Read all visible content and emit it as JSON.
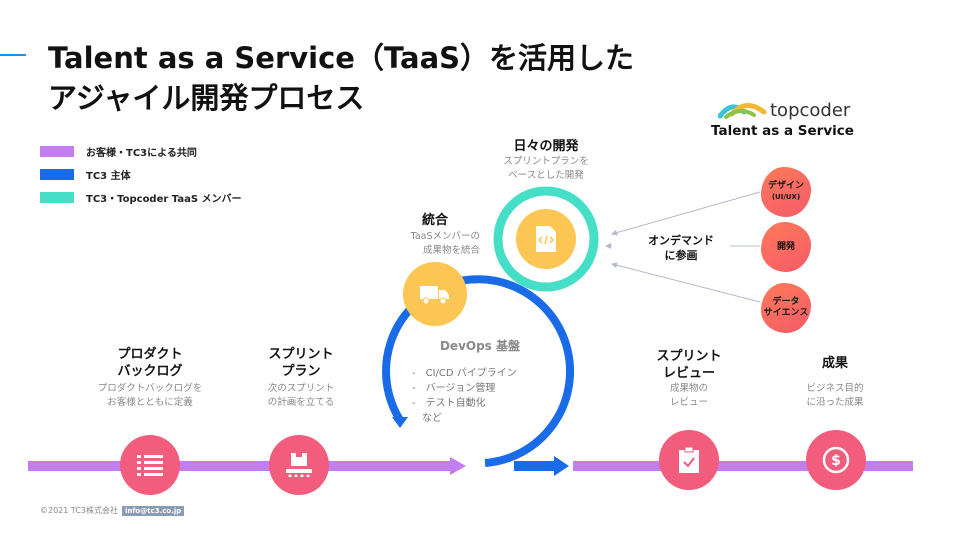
{
  "title": {
    "line1": "Talent as a Service（TaaS）を活用した",
    "line2": "アジャイル開発プロセス"
  },
  "legend": [
    {
      "color": "#c27ef0",
      "label": "お客様・TC3による共同"
    },
    {
      "color": "#1a6be8",
      "label": "TC3 主体"
    },
    {
      "color": "#45dec6",
      "label": "TC3・Topcoder TaaS メンバー"
    }
  ],
  "logo": {
    "name": "topcoder",
    "tagline": "Talent as a Service"
  },
  "stages": {
    "backlog": {
      "title1": "プロダクト",
      "title2": "バックログ",
      "desc1": "プロダクトバックログを",
      "desc2": "お客様とともに定義",
      "icon": "list-icon"
    },
    "sprint_plan": {
      "title1": "スプリント",
      "title2": "プラン",
      "desc1": "次のスプリント",
      "desc2": "の計画を立てる",
      "icon": "conveyor-icon"
    },
    "integration": {
      "title": "統合",
      "desc1": "TaaSメンバーの",
      "desc2": "成果物を統合",
      "icon": "truck-icon"
    },
    "daily_dev": {
      "title": "日々の開発",
      "desc1": "スプリントプランを",
      "desc2": "ベースとした開発",
      "icon": "code-file-icon"
    },
    "sprint_review": {
      "title1": "スプリント",
      "title2": "レビュー",
      "desc1": "成果物の",
      "desc2": "レビュー",
      "icon": "checklist-icon"
    },
    "result": {
      "title": "成果",
      "desc1": "ビジネス目的",
      "desc2": "に沿った成果",
      "icon": "dollar-icon"
    }
  },
  "devops": {
    "title": "DevOps 基盤",
    "items": [
      "-　CI/CD パイプライン",
      "-　バージョン管理",
      "-　テスト自動化",
      "　など"
    ]
  },
  "on_demand": {
    "line1": "オンデマンド",
    "line2": "に参画"
  },
  "talent": {
    "design_line1": "デザイン",
    "design_line2": "(UI/UX)",
    "dev": "開発",
    "ds_line1": "データ",
    "ds_line2": "サイエンス"
  },
  "footer": {
    "copyright": "©2021 TC3株式会社",
    "email": "info@tc3.co.jp"
  },
  "colors": {
    "purple": "#c27ef0",
    "blue": "#1a6be8",
    "teal": "#45dec6",
    "pink": "#f25c7d",
    "yellow": "#fcc654",
    "coral": "#f45b69"
  }
}
